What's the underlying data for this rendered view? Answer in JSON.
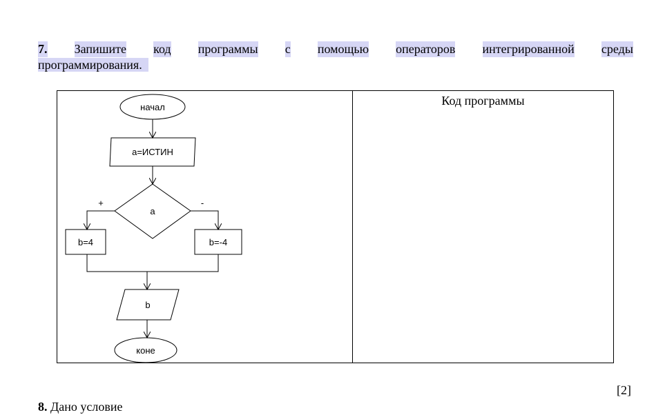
{
  "task7": {
    "number": "7.",
    "words": [
      "Запишите",
      "код",
      "программы",
      "с",
      "помощью",
      "операторов",
      "интегрированной",
      "среды"
    ],
    "line2": "программирования."
  },
  "flowchart": {
    "start": "начал",
    "assign": "a=ИСТИН",
    "condition": "a",
    "yes_label": "+",
    "no_label": "-",
    "yes_branch": "b=4",
    "no_branch": "b=-4",
    "output": "b",
    "end": "коне"
  },
  "code_header": "Код программы",
  "score": "[2]",
  "task8": {
    "number": "8.",
    "text": " Дано условие"
  }
}
